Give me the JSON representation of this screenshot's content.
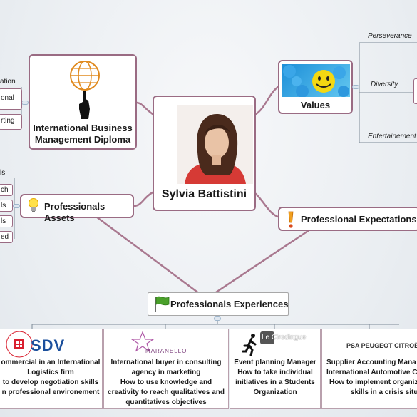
{
  "center": {
    "name": "Sylvia Battistini"
  },
  "diploma": {
    "title_line1": "International Business",
    "title_line2": "Management Diploma"
  },
  "values": {
    "title": "Values",
    "items": [
      "Perseverance",
      "Diversity",
      "Entertainement"
    ]
  },
  "assets": {
    "title": "Professionals Assets",
    "items": [
      "ls",
      "ch",
      "ls",
      "ls",
      "ed"
    ]
  },
  "diploma_items": [
    "ation",
    "onal",
    "rting"
  ],
  "expectations": {
    "title": "Professional Expectations"
  },
  "experiences": {
    "title": "Professionals Experiences",
    "cards": [
      {
        "logo": "SDV",
        "lines": [
          "ommercial in an International",
          "Logistics firm",
          "to develop negotiation skills",
          "n professional environement"
        ]
      },
      {
        "logo": "MARANELLO",
        "lines": [
          "International buyer in consulting",
          "agency in marketing",
          "How to use knowledge and",
          "creativity to reach qualitatives and",
          "quantitatives objectives"
        ]
      },
      {
        "logo": "Le Ciredingue",
        "lines": [
          "Event planning Manager",
          "How to take individual",
          "initiatives in a Students",
          "Organization"
        ]
      },
      {
        "logo": "PSA PEUGEOT CITROËN",
        "lines": [
          "Supplier Accounting Mana",
          "International Automotive C",
          "How to implement organiz",
          "skills in a crisis situat"
        ]
      }
    ]
  },
  "colors": {
    "border": "#9a6b83",
    "connector": "#a9788f",
    "sdv_red": "#d9202f",
    "sdv_blue": "#1b4f9c"
  }
}
